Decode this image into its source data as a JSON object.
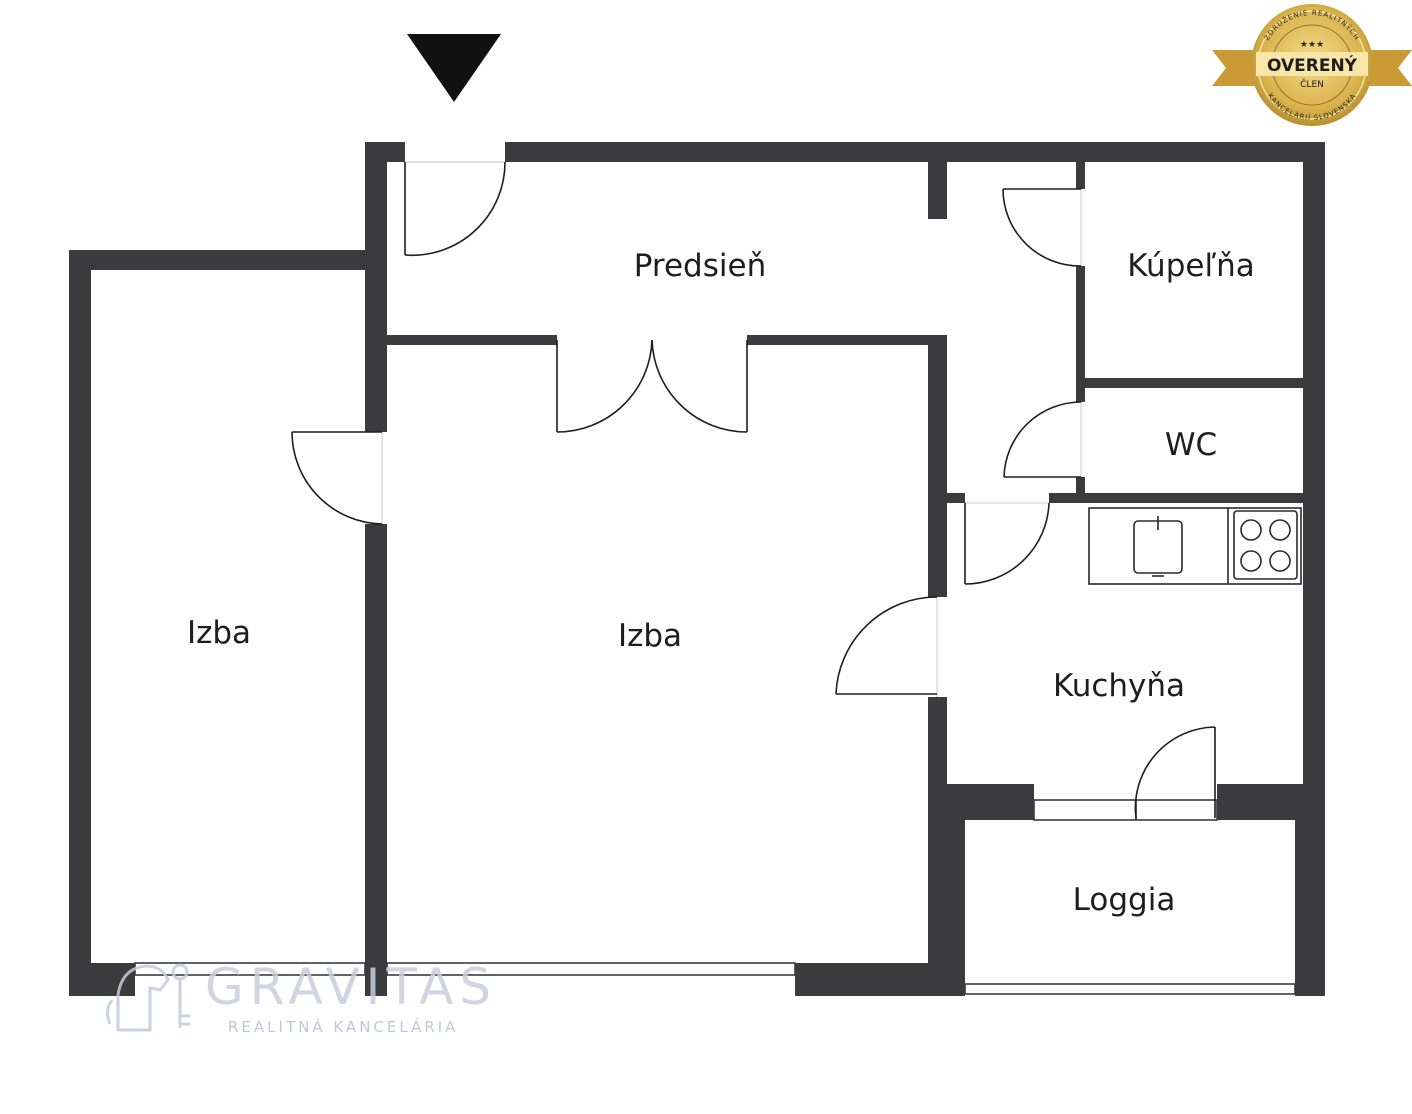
{
  "rooms": {
    "predsien": "Predsieň",
    "kupelna": "Kúpeľňa",
    "wc": "WC",
    "izba_left": "Izba",
    "izba_center": "Izba",
    "kuchyna": "Kuchyňa",
    "loggia": "Loggia"
  },
  "watermark": {
    "name": "GRAVITAS",
    "subtitle": "REALITNÁ KANCELÁRIA"
  },
  "badge": {
    "main": "OVERENÝ",
    "sub": "ČLEN",
    "ring_top": "ZDRUŽENIE REALITNÝCH",
    "ring_bottom": "KANCELÁRIÍ SLOVENSKA",
    "gold": "#d9b24c",
    "gold_dark": "#b8902f"
  },
  "colors": {
    "wall": "#3b3b3d",
    "label": "#1e1e1e"
  }
}
